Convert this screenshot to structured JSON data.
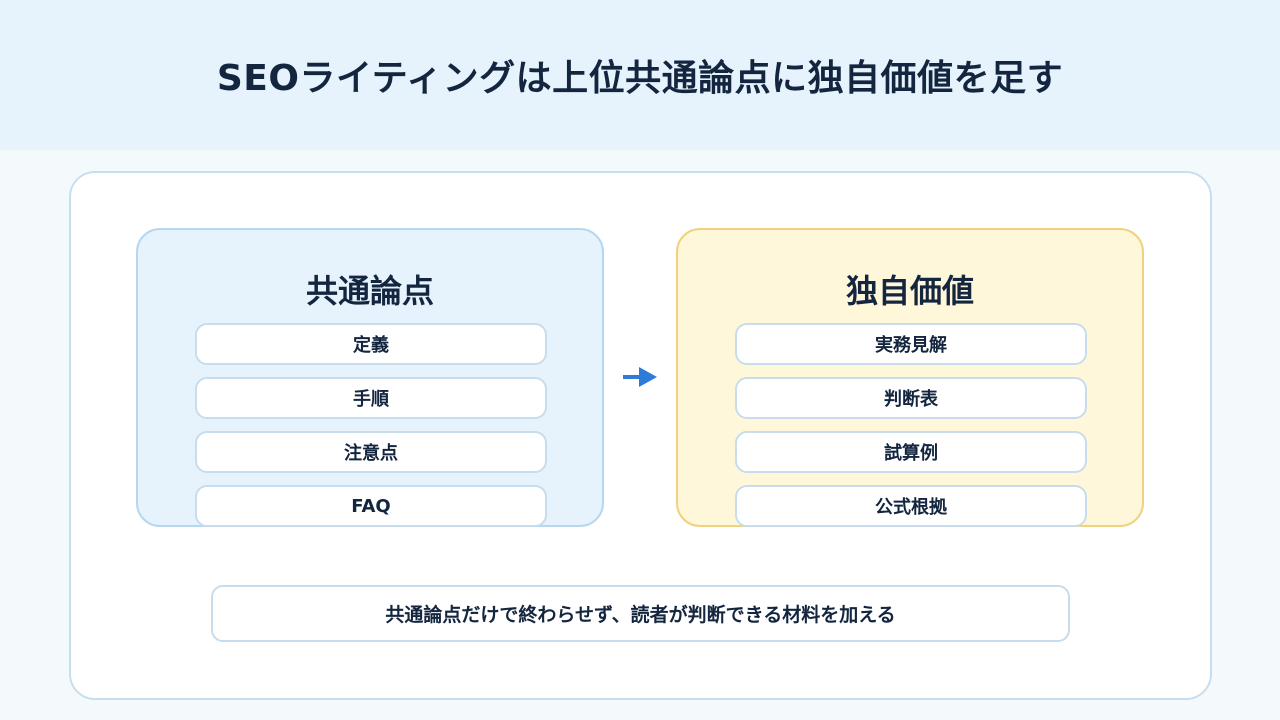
{
  "title": "SEOライティングは上位共通論点に独自価値を足す",
  "common": {
    "heading": "共通論点",
    "items": [
      "定義",
      "手順",
      "注意点",
      "FAQ"
    ]
  },
  "unique": {
    "heading": "独自価値",
    "items": [
      "実務見解",
      "判断表",
      "試算例",
      "公式根拠"
    ]
  },
  "arrow_icon": "arrow-right",
  "summary": "共通論点だけで終わらせず、読者が判断できる材料を加える",
  "colors": {
    "header_bg": "#e6f3fc",
    "common_bg": "#e6f3fc",
    "unique_bg": "#fff7da",
    "accent_blue": "#2f7bd8",
    "text": "#14263f"
  }
}
